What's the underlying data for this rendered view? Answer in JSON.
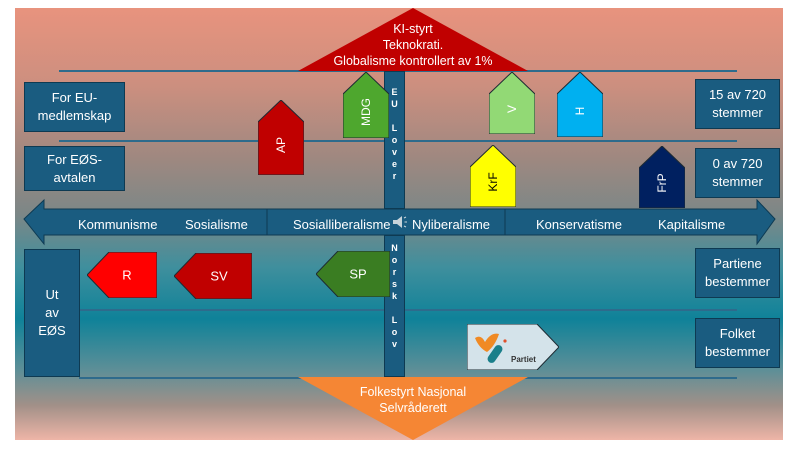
{
  "top_triangle": {
    "lines": "KI-styrt\nTeknokrati.\nGlobalisme kontrollert av 1%",
    "color": "#c00000"
  },
  "bottom_triangle": {
    "lines": "Folkestyrt Nasjonal\nSelvråderett",
    "color": "#f58634"
  },
  "left_boxes": {
    "eu": "For EU-\nmedlemskap",
    "eos": "For EØS-\navtalen",
    "ut": "Ut\nav\nEØS"
  },
  "right_boxes": {
    "votes_15": "15 av 720\nstemmer",
    "votes_0": "0 av 720\nstemmer",
    "partiene": "Partiene\nbestemmer",
    "folket": "Folket\nbestemmer"
  },
  "center_bar": {
    "top_text": "E\nU\n\nL\no\nv\ne\nr",
    "bottom_text": "N\no\nr\ns\nk\n\nL\no\nv"
  },
  "axis": {
    "left_arrow_labels": [
      "Kommunisme",
      "Sosialisme",
      "Sosialliberalisme"
    ],
    "right_arrow_labels": [
      "Nyliberalisme",
      "Konservatisme",
      "Kapitalisme"
    ],
    "speaker_icon": "speaker-icon"
  },
  "parties_up": [
    {
      "name": "AP",
      "color": "#c00000",
      "text_color": "#ffffff"
    },
    {
      "name": "MDG",
      "color": "#4ea72e",
      "text_color": "#ffffff"
    },
    {
      "name": "V",
      "color": "#92d975",
      "text_color": "#ffffff"
    },
    {
      "name": "H",
      "color": "#00b0f0",
      "text_color": "#ffffff"
    },
    {
      "name": "KrF",
      "color": "#ffff00",
      "text_color": "#000000"
    },
    {
      "name": "FrP",
      "color": "#002060",
      "text_color": "#ffffff"
    }
  ],
  "parties_left": [
    {
      "name": "R",
      "color": "#ff0000"
    },
    {
      "name": "SV",
      "color": "#c00000"
    },
    {
      "name": "SP",
      "color": "#3a7d22"
    }
  ],
  "partiet_tag": {
    "label": "Partiet"
  }
}
